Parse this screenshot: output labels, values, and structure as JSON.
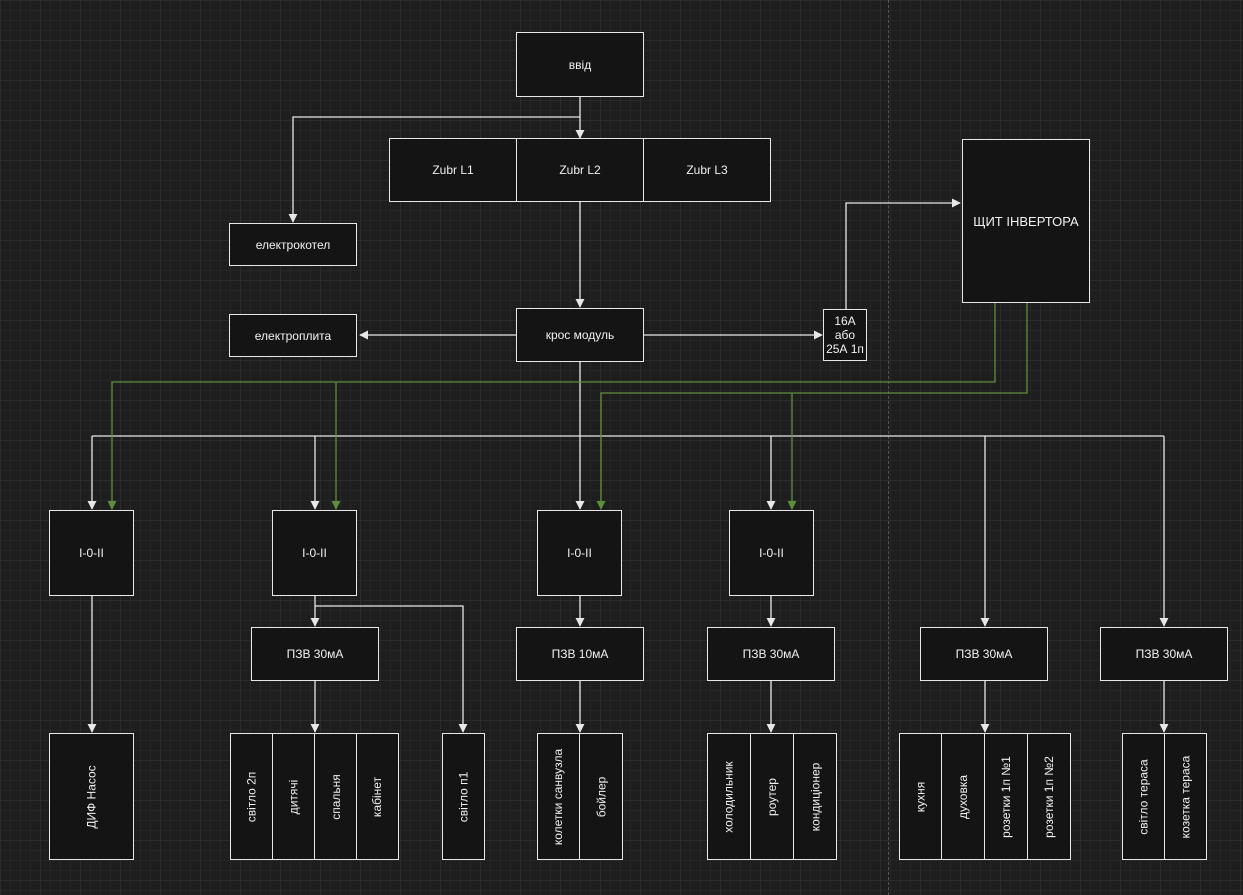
{
  "input": "ввід",
  "zubr": [
    "Zubr L1",
    "Zubr L2",
    "Zubr L3"
  ],
  "electric_boiler": "електрокотел",
  "electric_stove": "електроплита",
  "cross_module": "крос модуль",
  "breaker_label": [
    "16А",
    "або",
    "25А 1п"
  ],
  "inverter_panel": "ЩИТ ІНВЕРТОРА",
  "switches": [
    "І-0-ІІ",
    "І-0-ІІ",
    "І-0-ІІ",
    "І-0-ІІ"
  ],
  "rcd": [
    "ПЗВ 30мА",
    "ПЗВ 10мА",
    "ПЗВ 30мА",
    "ПЗВ 30мА",
    "ПЗВ 30мА"
  ],
  "pump": "ДИФ Насос",
  "group1": [
    "світло 2п",
    "дитячі",
    "спальня",
    "кабінет"
  ],
  "light1": "світло п1",
  "group2": [
    "колетки санвузла",
    "бойлер"
  ],
  "group3": [
    "холодильник",
    "роутер",
    "кондиціонер"
  ],
  "group4": [
    "кухня",
    "духовка",
    "розетки 1п №1",
    "розетки 1п №2"
  ],
  "group5": [
    "світло тераса",
    "козетка тераса"
  ],
  "colors": {
    "wire": "#e8e8e8",
    "inverter_wire": "#5d8f3a",
    "background": "#1e1e1e"
  }
}
